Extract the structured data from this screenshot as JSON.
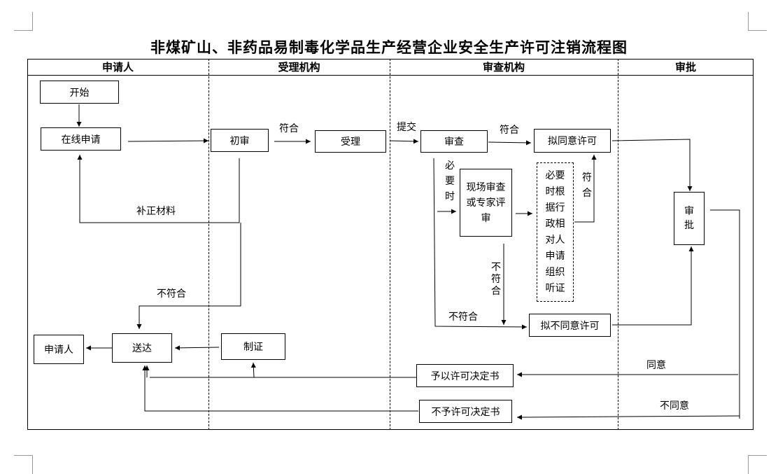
{
  "title": "非煤矿山、非药品易制毒化学品生产经营企业安全生产许可注销流程图",
  "lanes": [
    "申请人",
    "受理机构",
    "审查机构",
    "审批"
  ],
  "nodes": {
    "start": "开始",
    "online_apply": "在线申请",
    "prelim_review": "初审",
    "accept": "受理",
    "review": "审查",
    "propose_approve": "拟同意许可",
    "onsite_review": "现场审查或专家评审",
    "hearing_lines": [
      "必要",
      "时根",
      "据行",
      "政相",
      "对人",
      "申请",
      "组织",
      "听证"
    ],
    "propose_reject": "拟不同意许可",
    "approval": "审批",
    "applicant": "申请人",
    "deliver": "送达",
    "make_cert": "制证",
    "grant_decision": "予以许可决定书",
    "deny_decision": "不予许可决定书"
  },
  "labels": {
    "conform1": "符合",
    "submit": "提交",
    "conform2": "符合",
    "necessary_lines": [
      "必",
      "要",
      "时"
    ],
    "conform3_lines": [
      "符",
      "合"
    ],
    "supplement": "补正材料",
    "not_conform1": "不符合",
    "not_conform2_lines": [
      "不",
      "符",
      "合"
    ],
    "not_conform3": "不符合",
    "agree": "同意",
    "disagree": "不同意"
  }
}
